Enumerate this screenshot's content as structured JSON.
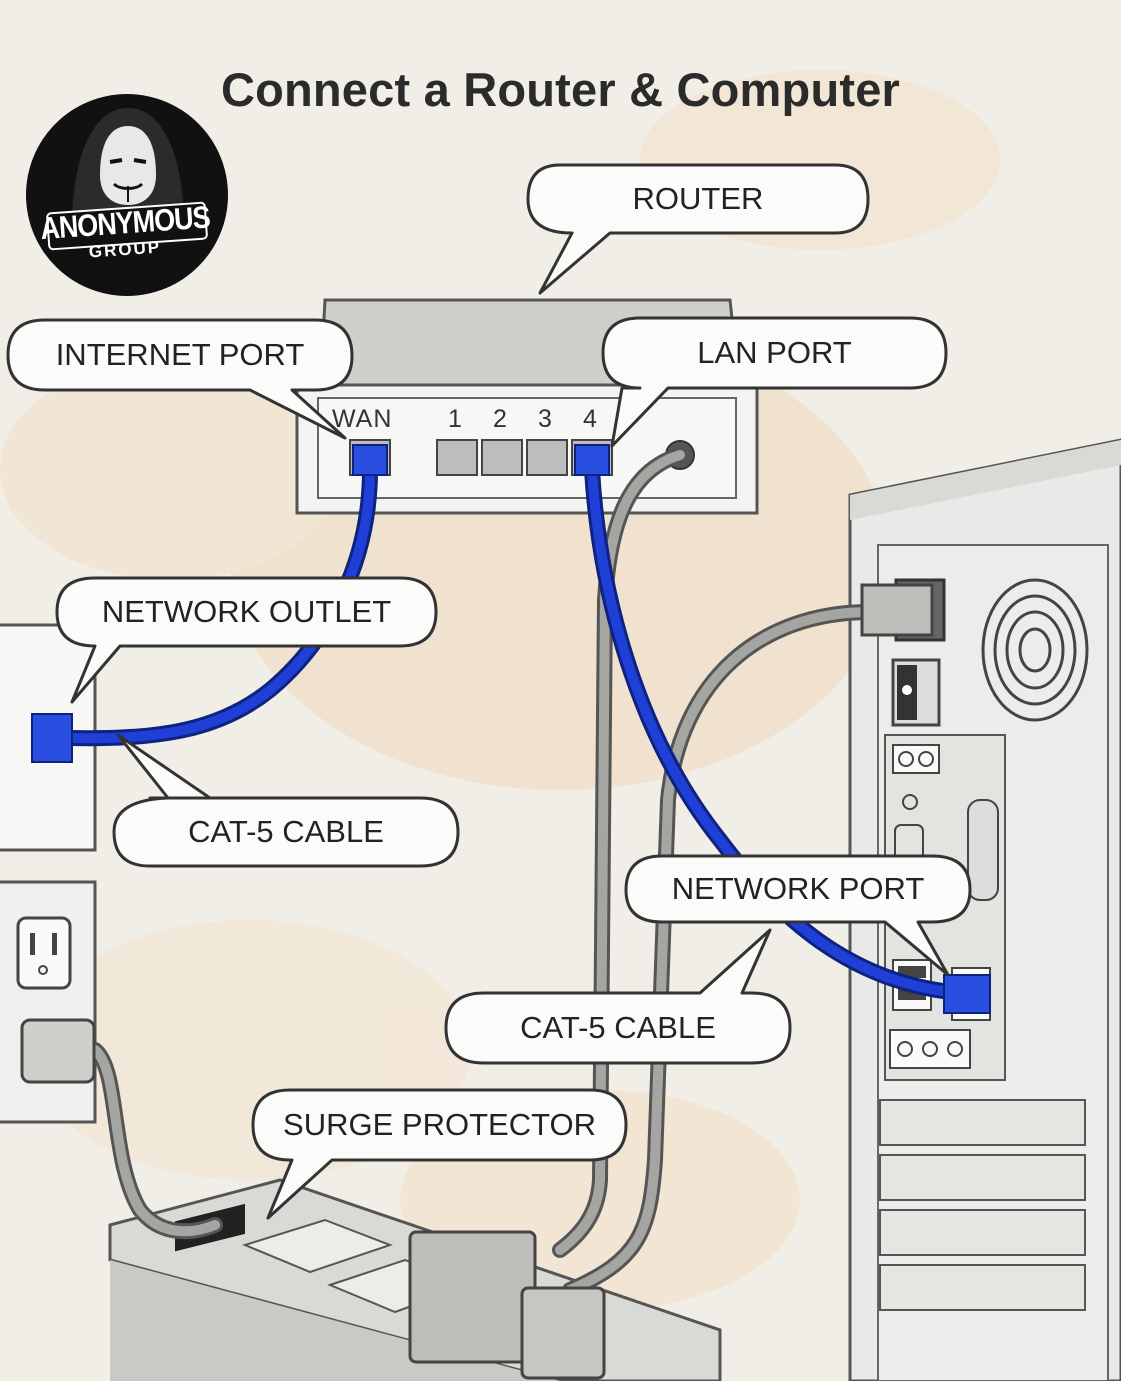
{
  "title": "Connect a Router & Computer",
  "logo": {
    "line1": "ANONYMOUS",
    "line2": "GROUP",
    "icon": "hooded-mask-icon"
  },
  "router": {
    "port_labels": [
      "WAN",
      "1",
      "2",
      "3",
      "4"
    ]
  },
  "callouts": {
    "router": "ROUTER",
    "internet_port": "INTERNET PORT",
    "lan_port": "LAN PORT",
    "network_outlet": "NETWORK OUTLET",
    "cat5_cable_left": "CAT-5 CABLE",
    "network_port": "NETWORK PORT",
    "cat5_cable_right": "CAT-5 CABLE",
    "surge_protector": "SURGE PROTECTOR"
  },
  "colors": {
    "cat5_cable": "#1f3fd6",
    "power_cable": "#9a9a9a",
    "device_body": "#e6e6e6",
    "device_outline": "#555555",
    "logo_bg": "#111111"
  }
}
